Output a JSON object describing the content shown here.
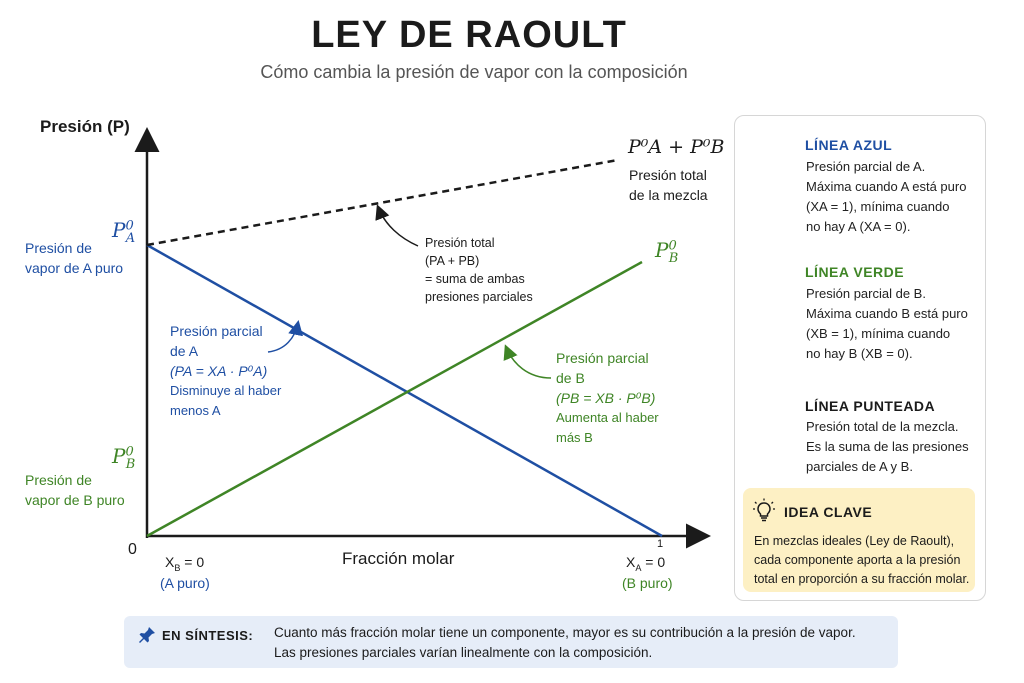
{
  "header": {
    "title": "LEY DE RAOULT",
    "subtitle": "Cómo cambia la presión de vapor con la composición"
  },
  "axes": {
    "ylabel": "Presión (P)",
    "xlabel": "Fracción molar",
    "origin": "0",
    "x_right_tick": "1",
    "left_xb": "X",
    "left_xb_sub": "B",
    "left_xb_eq": " = 0",
    "left_note": "(A puro)",
    "right_xa": "X",
    "right_xa_sub": "A",
    "right_xa_eq": " = 0",
    "right_note": "(B puro)"
  },
  "labels": {
    "pa0_main": "P",
    "pa0_sup": "0",
    "pa0_sub": "A",
    "pa_desc_1": "Presión de",
    "pa_desc_2": "vapor de A puro",
    "pb0_main": "P",
    "pb0_sup": "0",
    "pb0_sub": "B",
    "pb_desc_1": "Presión de",
    "pb_desc_2": "vapor de B puro",
    "sum_formula": "P⁰A + P⁰B",
    "sum_desc_1": "Presión total",
    "sum_desc_2": "de la mezcla",
    "total_1": "Presión total",
    "total_2": "(PA + PB)",
    "total_3": "= suma de ambas",
    "total_4": "presiones parciales",
    "partial_a_1": "Presión parcial",
    "partial_a_2": "de A",
    "partial_a_3": "(PA = XA · P⁰A)",
    "partial_a_4": "Disminuye al haber",
    "partial_a_5": "menos A",
    "partial_b_1": "Presión parcial",
    "partial_b_2": "de B",
    "partial_b_3": "(PB = XB · P⁰B)",
    "partial_b_4": "Aumenta al haber",
    "partial_b_5": "más B"
  },
  "legend": {
    "blue_title": "LÍNEA AZUL",
    "blue_1": "Presión parcial de A.",
    "blue_2": "Máxima cuando A está puro",
    "blue_3": "(XA = 1), mínima cuando",
    "blue_4": "no hay A (XA = 0).",
    "green_title": "LÍNEA VERDE",
    "green_1": "Presión parcial de B.",
    "green_2": "Máxima cuando B está puro",
    "green_3": "(XB = 1), mínima cuando",
    "green_4": "no hay B (XB = 0).",
    "dash_title": "LÍNEA PUNTEADA",
    "dash_1": "Presión total de la mezcla.",
    "dash_2": "Es la suma de las presiones",
    "dash_3": "parciales de A y B."
  },
  "idea": {
    "title": "IDEA CLAVE",
    "line1": "En mezclas ideales (Ley de Raoult),",
    "line2": "cada componente aporta a la presión",
    "line3": "total en proporción a su fracción molar."
  },
  "synthesis": {
    "title": "EN SÍNTESIS:",
    "line1": "Cuanto más fracción molar tiene un componente, mayor es su contribución a la presión de vapor.",
    "line2": "Las presiones parciales varían linealmente con la composición."
  },
  "colors": {
    "blue": "#1f4fa3",
    "green": "#3f8526",
    "dashed": "#1b1b1b",
    "idea_bg": "#fdf0c4",
    "synth_bg": "#e6edf8"
  },
  "icons": {
    "idea": "lightbulb-icon",
    "synthesis": "pin-icon"
  }
}
